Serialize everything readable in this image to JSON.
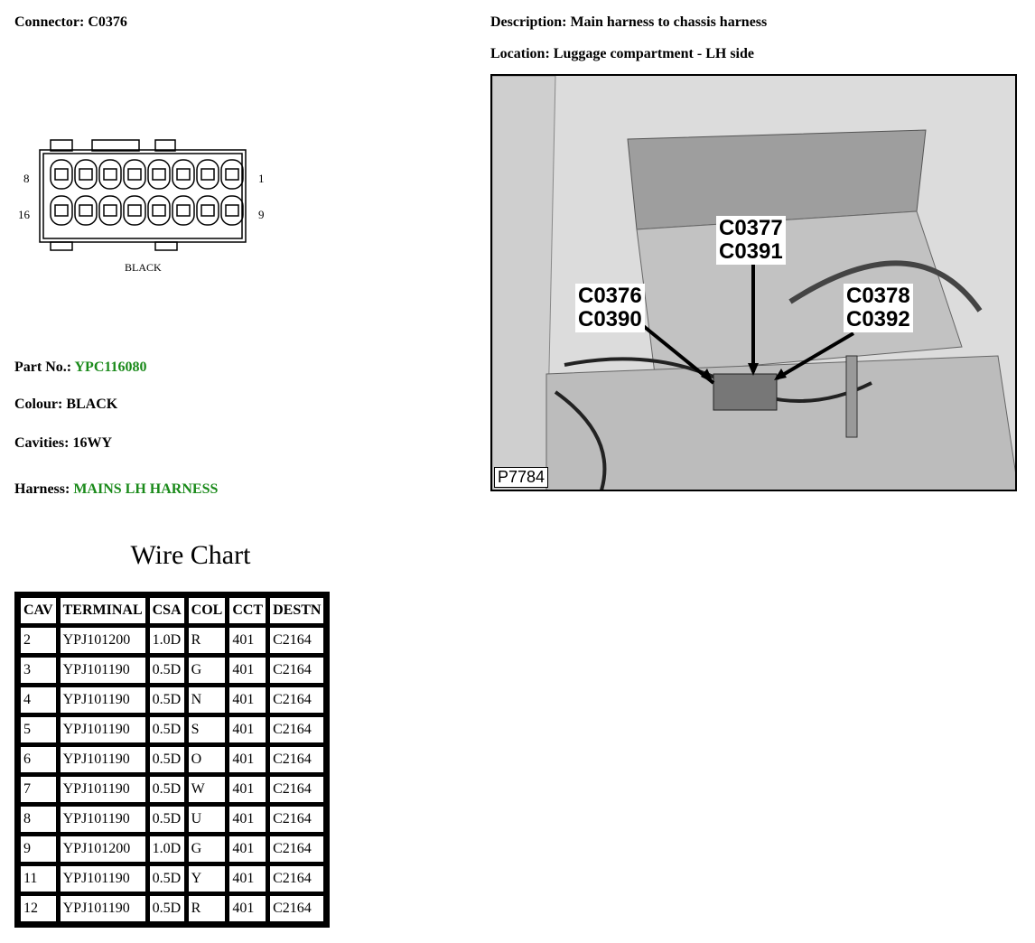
{
  "connector": {
    "label": "Connector:",
    "value": "C0376"
  },
  "description": {
    "label": "Description:",
    "value": "Main harness to chassis harness"
  },
  "location": {
    "label": "Location:",
    "value": "Luggage compartment - LH side"
  },
  "diagram": {
    "left_top_pin": "8",
    "right_top_pin": "1",
    "left_bottom_pin": "16",
    "right_bottom_pin": "9",
    "color_label": "BLACK"
  },
  "part_no": {
    "label": "Part No.:",
    "value": "YPC116080"
  },
  "colour": {
    "label": "Colour:",
    "value": "BLACK"
  },
  "cavities": {
    "label": "Cavities:",
    "value": "16WY"
  },
  "harness": {
    "label": "Harness:",
    "value": "MAINS LH HARNESS"
  },
  "photo": {
    "callouts": [
      {
        "line1": "C0376",
        "line2": "C0390"
      },
      {
        "line1": "C0377",
        "line2": "C0391"
      },
      {
        "line1": "C0378",
        "line2": "C0392"
      }
    ],
    "reference": "P7784"
  },
  "wire_chart": {
    "title": "Wire Chart",
    "headers": [
      "CAV",
      "TERMINAL",
      "CSA",
      "COL",
      "CCT",
      "DESTN"
    ],
    "rows": [
      [
        "2",
        "YPJ101200",
        "1.0D",
        "R",
        "401",
        "C2164"
      ],
      [
        "3",
        "YPJ101190",
        "0.5D",
        "G",
        "401",
        "C2164"
      ],
      [
        "4",
        "YPJ101190",
        "0.5D",
        "N",
        "401",
        "C2164"
      ],
      [
        "5",
        "YPJ101190",
        "0.5D",
        "S",
        "401",
        "C2164"
      ],
      [
        "6",
        "YPJ101190",
        "0.5D",
        "O",
        "401",
        "C2164"
      ],
      [
        "7",
        "YPJ101190",
        "0.5D",
        "W",
        "401",
        "C2164"
      ],
      [
        "8",
        "YPJ101190",
        "0.5D",
        "U",
        "401",
        "C2164"
      ],
      [
        "9",
        "YPJ101200",
        "1.0D",
        "G",
        "401",
        "C2164"
      ],
      [
        "11",
        "YPJ101190",
        "0.5D",
        "Y",
        "401",
        "C2164"
      ],
      [
        "12",
        "YPJ101190",
        "0.5D",
        "R",
        "401",
        "C2164"
      ]
    ]
  },
  "colors": {
    "highlight": "#1a8a1a"
  }
}
